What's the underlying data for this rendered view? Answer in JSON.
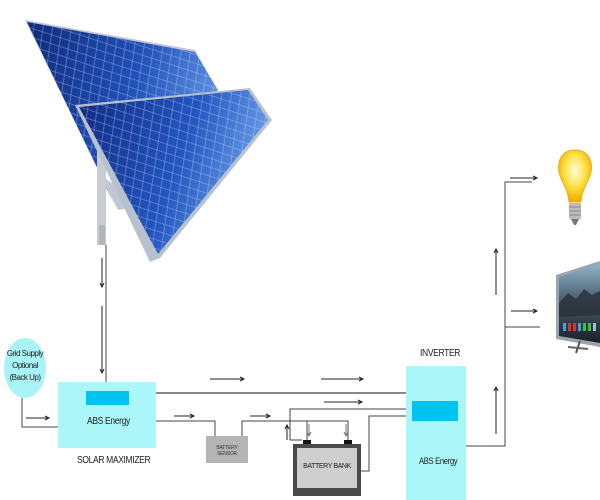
{
  "title": "Solar Power System Diagram",
  "grid_supply": {
    "line1": "Grid Supply",
    "line2": "Optional",
    "line3": "(Back Up)"
  },
  "solar_maximizer": {
    "brand": "ABS Energy",
    "caption": "SOLAR MAXIMIZER"
  },
  "battery_sensor": {
    "label": "BATTERY SENSOR"
  },
  "battery_bank": {
    "label": "BATTERY BANK"
  },
  "inverter": {
    "caption": "INVERTER",
    "brand": "ABS Energy"
  },
  "loads": [
    {
      "name": "light-bulb"
    },
    {
      "name": "television"
    }
  ],
  "colors": {
    "box": "#aaf6f8",
    "display": "#00c4f0",
    "panel": "#1e3fa0",
    "wire": "#444444"
  }
}
